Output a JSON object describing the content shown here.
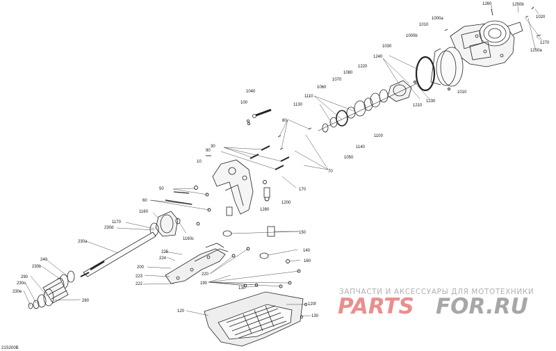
{
  "diagram_code": "21S200B",
  "watermark": {
    "tagline": "ЗАПЧАСТИ И АКСЕССУАРЫ ДЛЯ МОТОТЕХНИКИ",
    "logo_left": "PARTS",
    "logo_right": "FOR.RU",
    "colors": {
      "left": "#e98f8f",
      "right": "#a7a7a7",
      "tagline": "#b0b0b0"
    }
  },
  "labels": {
    "l1260": "1260",
    "l1250b": "1250b",
    "l1020": "1020",
    "l1000a": "1000a",
    "l1010a": "1010",
    "l1000b": "1000b",
    "l1270": "1270",
    "l1250a": "1250a",
    "l1030": "1030",
    "l1240": "1240",
    "l1220": "1220",
    "l1230": "1230",
    "l1210": "1210",
    "l1010b": "1010",
    "l1080": "1080",
    "l1070": "1070",
    "l1060": "1060",
    "l1040": "1040",
    "l1110": "1110",
    "l100": "100",
    "l1130": "1130",
    "l1100": "1100",
    "l1140": "1140",
    "l1050": "1050",
    "l80a": "80",
    "l30": "30",
    "l90": "90",
    "l10": "10",
    "l70": "70",
    "l170": "170",
    "l50": "50",
    "l1200": "1200",
    "l60": "60",
    "l1280": "1280",
    "l1160": "1160",
    "l1170": "1170",
    "l230d": "230d",
    "l1160c": "1160c",
    "l150": "150",
    "l230a": "230a",
    "l225": "225",
    "l224": "224",
    "l140": "140",
    "l240": "240",
    "l200": "200",
    "l160": "160",
    "l230b": "230b",
    "l220": "220",
    "l223": "223",
    "l290": "290",
    "l190": "190",
    "l230c": "230c",
    "l222": "222",
    "l130a": "130",
    "l230e": "230e",
    "l280": "280",
    "l120": "120",
    "l120f": "120f",
    "l130b": "130"
  }
}
